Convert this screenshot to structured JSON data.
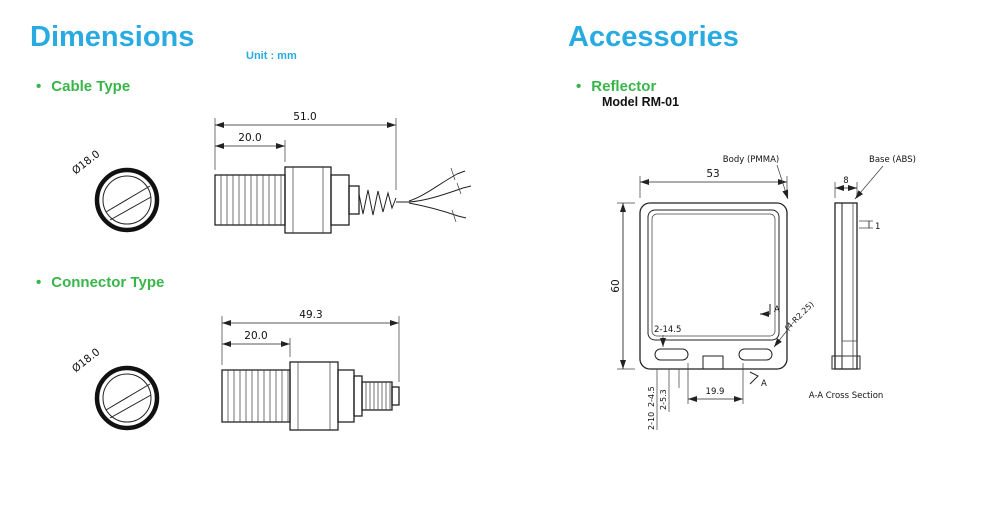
{
  "colors": {
    "accent": "#29abe2",
    "green": "#3ab54a"
  },
  "ui": {
    "bullet": "•"
  },
  "dimensions_section": {
    "title": "Dimensions",
    "unit": "Unit : mm",
    "cable": {
      "label": "Cable Type",
      "diameter": "Ø18.0",
      "total_length": "51.0",
      "thread_length": "20.0"
    },
    "connector": {
      "label": "Connector Type",
      "diameter": "Ø18.0",
      "total_length": "49.3",
      "thread_length": "20.0"
    }
  },
  "accessories_section": {
    "title": "Accessories",
    "reflector": {
      "label": "Reflector",
      "model": "Model RM-01",
      "width": "53",
      "height": "60",
      "thickness": "8",
      "base_thickness": "1",
      "slots": "2-14.5",
      "slot_pitch": "19.9",
      "dim_a": "2-4.5",
      "dim_b": "2-5.3",
      "dim_c": "2-10",
      "corner_radius": "(4-R2.25)",
      "body_label": "Body (PMMA)",
      "base_label": "Base (ABS)",
      "section_mark": "A",
      "section_label": "A-A Cross Section"
    }
  }
}
